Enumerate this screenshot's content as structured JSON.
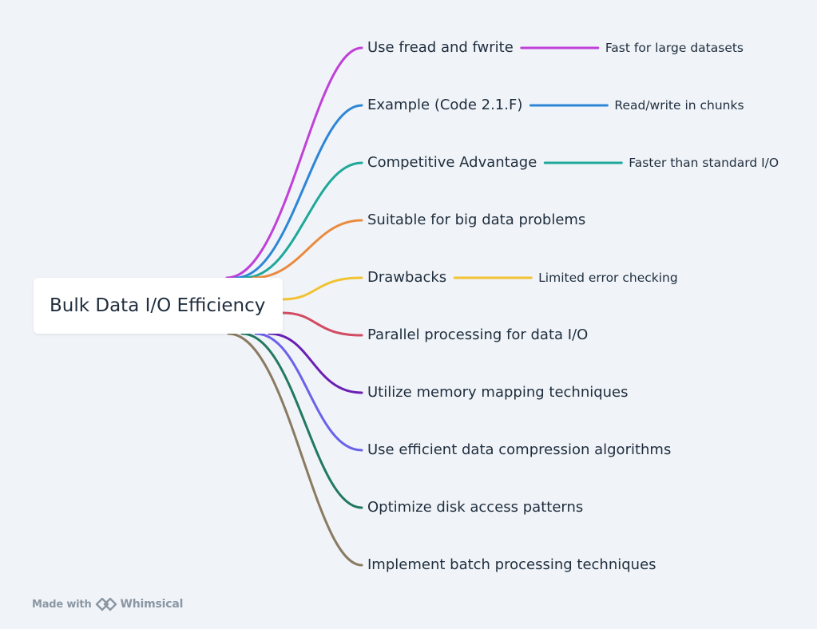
{
  "root": {
    "label": "Bulk Data I/O Efficiency"
  },
  "branches": [
    {
      "label": "Use fread and fwrite",
      "color": "#c040d8",
      "leaf": {
        "label": "Fast for large datasets"
      }
    },
    {
      "label": "Example (Code 2.1.F)",
      "color": "#2e86d6",
      "leaf": {
        "label": "Read/write in chunks"
      }
    },
    {
      "label": "Competitive Advantage",
      "color": "#1fa89a",
      "leaf": {
        "label": "Faster than standard I/O"
      }
    },
    {
      "label": "Suitable for big data problems",
      "color": "#ea8a3e"
    },
    {
      "label": "Drawbacks",
      "color": "#f2c233",
      "leaf": {
        "label": "Limited error checking"
      }
    },
    {
      "label": "Parallel processing for data I/O",
      "color": "#d24b62"
    },
    {
      "label": "Utilize memory mapping techniques",
      "color": "#6a1fb4"
    },
    {
      "label": "Use efficient data compression algorithms",
      "color": "#6a62ea"
    },
    {
      "label": "Optimize disk access patterns",
      "color": "#22795f"
    },
    {
      "label": "Implement batch processing techniques",
      "color": "#8a7a62"
    }
  ],
  "footer": {
    "made_with": "Made with",
    "brand": "Whimsical"
  }
}
